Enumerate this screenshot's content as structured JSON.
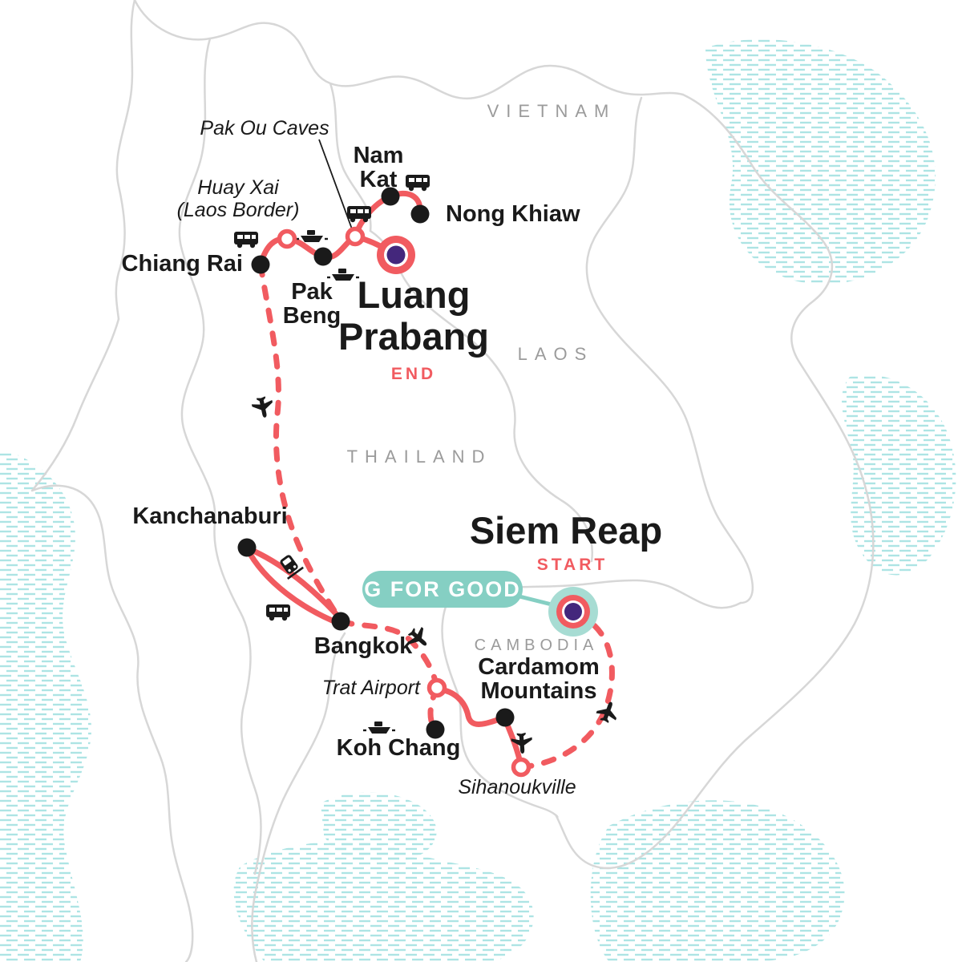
{
  "map": {
    "regions": {
      "vietnam": "VIETNAM",
      "laos": "LAOS",
      "thailand": "THAILAND",
      "cambodia": "CAMBODIA"
    },
    "route": {
      "start_city": "Siem Reap",
      "start_tag": "START",
      "end_city_line1": "Luang",
      "end_city_line2": "Prabang",
      "end_tag": "END",
      "badge": "G FOR GOOD"
    },
    "stops": {
      "chiang_rai": "Chiang Rai",
      "huay_xai_line1": "Huay Xai",
      "huay_xai_line2": "(Laos Border)",
      "pak_beng_line1": "Pak",
      "pak_beng_line2": "Beng",
      "pak_ou_caves": "Pak Ou Caves",
      "nam_kat_line1": "Nam",
      "nam_kat_line2": "Kat",
      "nong_khiaw": "Nong Khiaw",
      "kanchanaburi": "Kanchanaburi",
      "bangkok": "Bangkok",
      "trat_airport": "Trat Airport",
      "koh_chang": "Koh Chang",
      "cardamom_line1": "Cardamom",
      "cardamom_line2": "Mountains",
      "sihanoukville": "Sihanoukville"
    },
    "transport_icons": [
      {
        "type": "bus-icon",
        "near": "Chiang Rai"
      },
      {
        "type": "boat-icon",
        "near": "Huay Xai"
      },
      {
        "type": "bus-icon",
        "near": "Pak Ou Caves junction"
      },
      {
        "type": "bus-icon",
        "near": "Nam Kat"
      },
      {
        "type": "boat-icon",
        "near": "Pak Beng"
      },
      {
        "type": "plane-icon",
        "near": "Chiang Rai to Bangkok"
      },
      {
        "type": "train-icon",
        "near": "Kanchanaburi loop"
      },
      {
        "type": "bus-icon",
        "near": "Bangkok"
      },
      {
        "type": "plane-icon",
        "near": "Bangkok to Trat"
      },
      {
        "type": "boat-icon",
        "near": "Koh Chang"
      },
      {
        "type": "plane-icon",
        "near": "Cardamom Mountains to Sihanoukville"
      },
      {
        "type": "plane-icon",
        "near": "Sihanoukville to Siem Reap"
      }
    ],
    "colors": {
      "route": "#F15B60",
      "badge_teal": "#85CFC3",
      "marker_teal": "#A7DCD3",
      "marker_purple": "#44277C",
      "water_hatch": "#ADE4E4",
      "border_gray": "#D7D7D7",
      "region_label": "#9B9B9B",
      "stop_black": "#1A1A1A",
      "background": "#FFFFFF"
    }
  }
}
